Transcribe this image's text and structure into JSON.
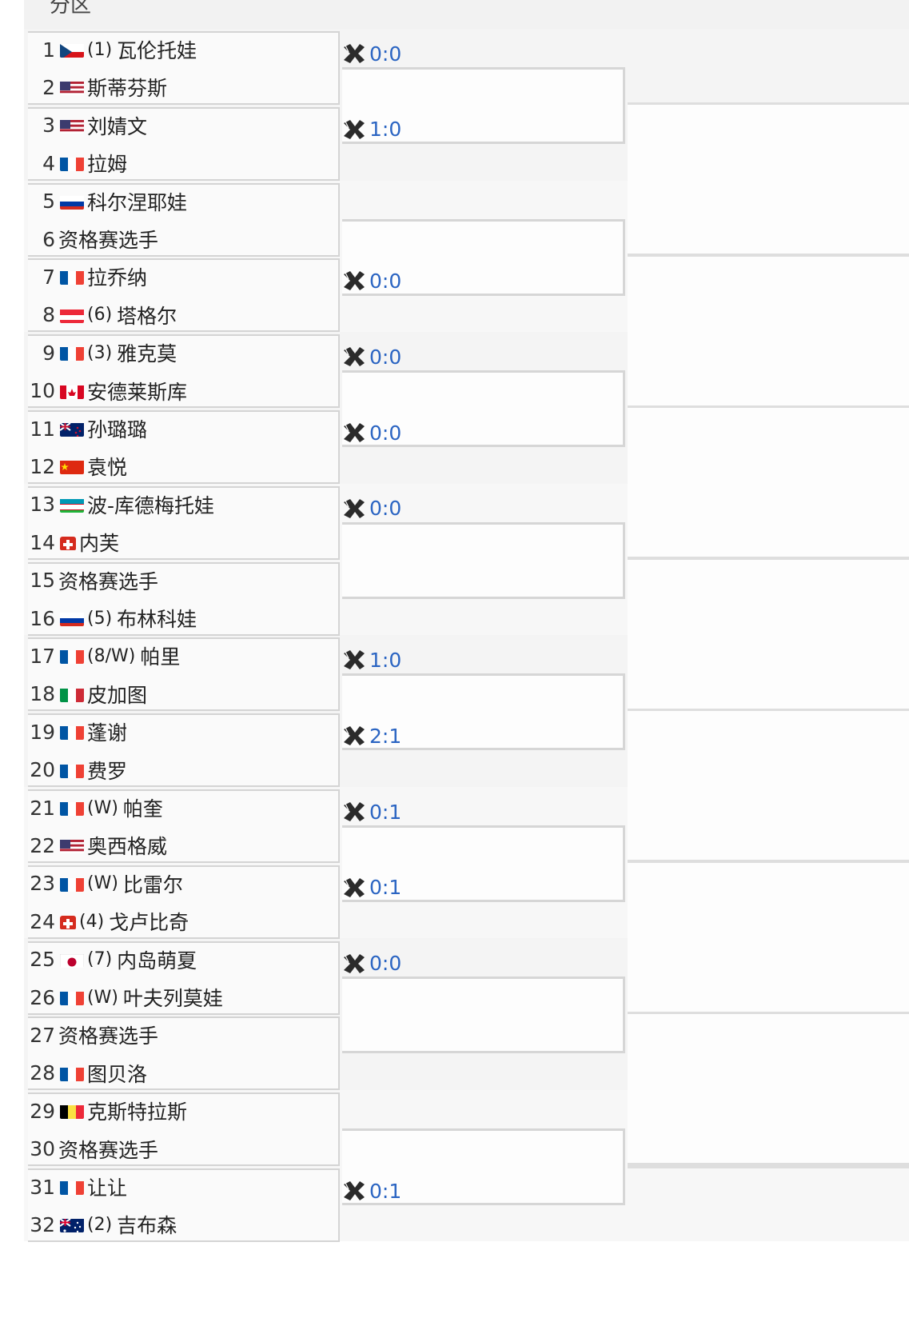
{
  "section_title": "分区",
  "players": [
    {
      "num": "1",
      "flag": "cz",
      "seed": "(1)",
      "name": "瓦伦托娃"
    },
    {
      "num": "2",
      "flag": "us",
      "seed": "",
      "name": "斯蒂芬斯"
    },
    {
      "num": "3",
      "flag": "us",
      "seed": "",
      "name": "刘婧文"
    },
    {
      "num": "4",
      "flag": "fr",
      "seed": "",
      "name": "拉姆"
    },
    {
      "num": "5",
      "flag": "ru",
      "seed": "",
      "name": "科尔涅耶娃"
    },
    {
      "num": "6",
      "flag": "",
      "seed": "",
      "name": "资格赛选手"
    },
    {
      "num": "7",
      "flag": "fr",
      "seed": "",
      "name": "拉乔纳"
    },
    {
      "num": "8",
      "flag": "at",
      "seed": "(6)",
      "name": "塔格尔"
    },
    {
      "num": "9",
      "flag": "fr",
      "seed": "(3)",
      "name": "雅克莫"
    },
    {
      "num": "10",
      "flag": "ca",
      "seed": "",
      "name": "安德莱斯库"
    },
    {
      "num": "11",
      "flag": "nz",
      "seed": "",
      "name": "孙璐璐"
    },
    {
      "num": "12",
      "flag": "cn",
      "seed": "",
      "name": "袁悦"
    },
    {
      "num": "13",
      "flag": "uz",
      "seed": "",
      "name": "波-库德梅托娃"
    },
    {
      "num": "14",
      "flag": "ch",
      "seed": "",
      "name": "内芙"
    },
    {
      "num": "15",
      "flag": "",
      "seed": "",
      "name": "资格赛选手"
    },
    {
      "num": "16",
      "flag": "ru",
      "seed": "(5)",
      "name": "布林科娃"
    },
    {
      "num": "17",
      "flag": "fr",
      "seed": "(8/W)",
      "name": "帕里"
    },
    {
      "num": "18",
      "flag": "it",
      "seed": "",
      "name": "皮加图"
    },
    {
      "num": "19",
      "flag": "fr",
      "seed": "",
      "name": "蓬谢"
    },
    {
      "num": "20",
      "flag": "fr",
      "seed": "",
      "name": "费罗"
    },
    {
      "num": "21",
      "flag": "fr",
      "seed": "(W)",
      "name": "帕奎"
    },
    {
      "num": "22",
      "flag": "us",
      "seed": "",
      "name": "奥西格威"
    },
    {
      "num": "23",
      "flag": "fr",
      "seed": "(W)",
      "name": "比雷尔"
    },
    {
      "num": "24",
      "flag": "ch",
      "seed": "(4)",
      "name": "戈卢比奇"
    },
    {
      "num": "25",
      "flag": "jp",
      "seed": "(7)",
      "name": "内岛萌夏"
    },
    {
      "num": "26",
      "flag": "fr",
      "seed": "(W)",
      "name": "叶夫列莫娃"
    },
    {
      "num": "27",
      "flag": "",
      "seed": "",
      "name": "资格赛选手"
    },
    {
      "num": "28",
      "flag": "fr",
      "seed": "",
      "name": "图贝洛"
    },
    {
      "num": "29",
      "flag": "be",
      "seed": "",
      "name": "克斯特拉斯"
    },
    {
      "num": "30",
      "flag": "",
      "seed": "",
      "name": "资格赛选手"
    },
    {
      "num": "31",
      "flag": "fr",
      "seed": "",
      "name": "让让"
    },
    {
      "num": "32",
      "flag": "au",
      "seed": "(2)",
      "name": "吉布森"
    }
  ],
  "h2h": [
    {
      "pair": 1,
      "score": "0:0"
    },
    {
      "pair": 2,
      "score": "1:0"
    },
    {
      "pair": 4,
      "score": "0:0"
    },
    {
      "pair": 5,
      "score": "0:0"
    },
    {
      "pair": 6,
      "score": "0:0"
    },
    {
      "pair": 7,
      "score": "0:0"
    },
    {
      "pair": 9,
      "score": "1:0"
    },
    {
      "pair": 10,
      "score": "2:1"
    },
    {
      "pair": 11,
      "score": "0:1"
    },
    {
      "pair": 12,
      "score": "0:1"
    },
    {
      "pair": 13,
      "score": "0:0"
    },
    {
      "pair": 16,
      "score": "0:1"
    }
  ],
  "colors": {
    "score": "#2a64c2",
    "line": "#d4d4d4",
    "band": "#f4f4f4"
  }
}
